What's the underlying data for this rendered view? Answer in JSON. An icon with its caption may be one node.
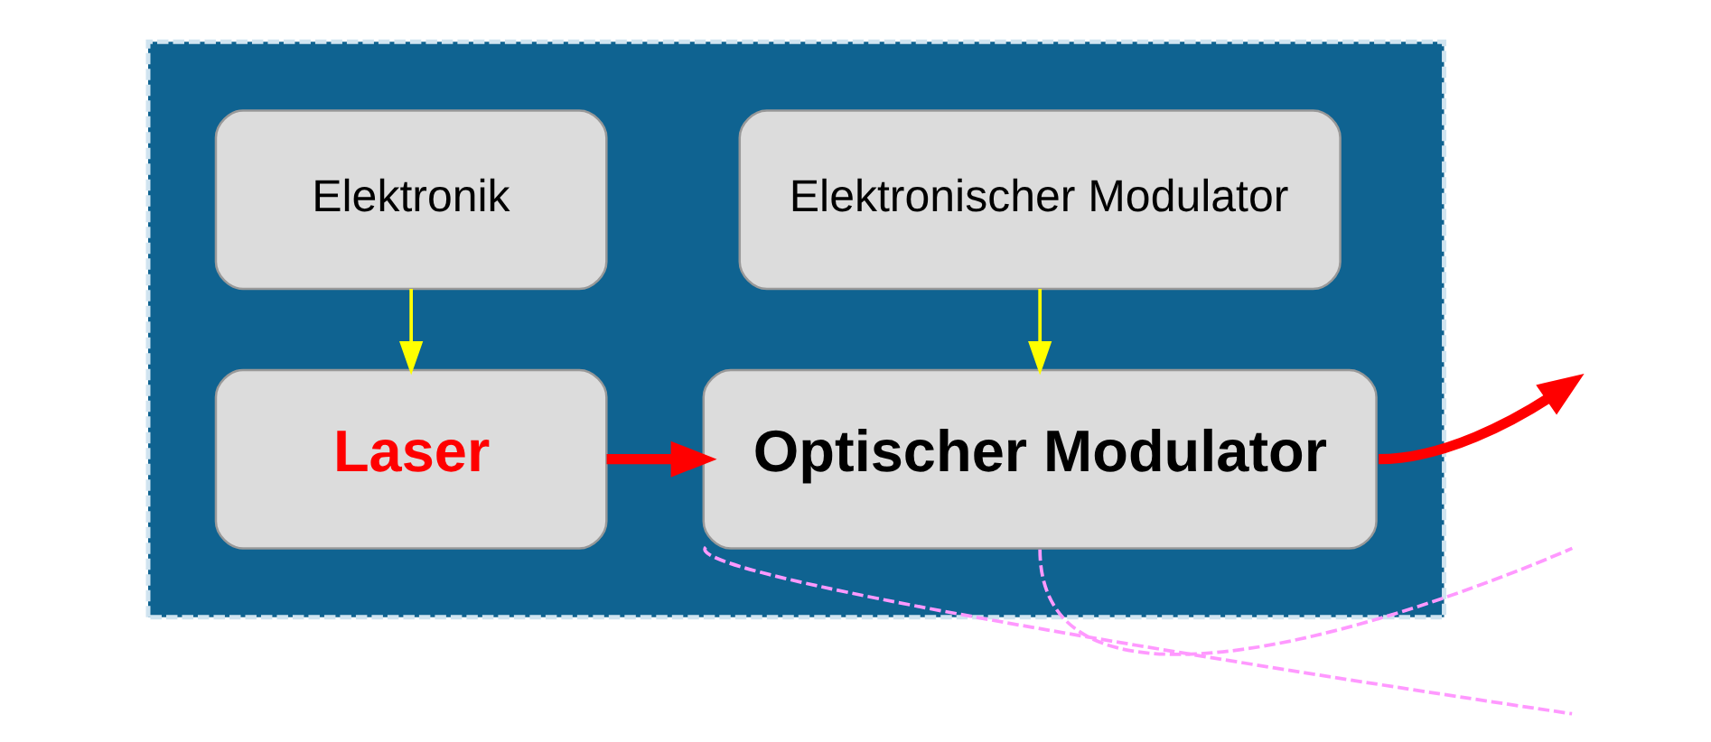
{
  "diagram": {
    "nodes": [
      {
        "text": [],
        "shape": "box"
      },
      {
        "text": [
          "Elektronik"
        ],
        "in": 0
      },
      {
        "text": [
          "Elektronischer Modulator"
        ],
        "in": 0
      },
      {
        "text": [
          "Laser"
        ],
        "in": 0
      },
      {
        "text": [
          "Optischer Modulator"
        ],
        "in": 0
      }
    ],
    "edges": [
      {
        "from": 1,
        "to": 3,
        "arrow": "to",
        "color": "#ffff00"
      },
      {
        "from": 2,
        "to": 4,
        "arrow": "to",
        "color": "#ffff00"
      },
      {
        "from": 3,
        "to": 4,
        "arrow": "to",
        "color": "#ff0000",
        "style": "thick"
      },
      {
        "from": 4,
        "to": null,
        "arrow": "none",
        "color": "#ff99ff",
        "style": "dashed"
      },
      {
        "from": 4,
        "to": null,
        "arrow": "none",
        "color": "#ff99ff",
        "style": "dashed"
      },
      {
        "from": 4,
        "to": null,
        "arrow": "to",
        "color": "#ff0000",
        "style": "thick"
      }
    ]
  }
}
